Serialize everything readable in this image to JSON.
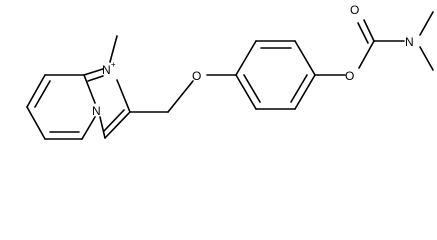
{
  "molecule": {
    "atoms": {
      "n_ring": "N",
      "n_cation": "N",
      "n_cation_charge": "+",
      "o_ether": "O",
      "o_carbonyl": "O",
      "o_ester": "O",
      "n_amide": "N"
    },
    "colors": {
      "bond": "#000000",
      "text": "#000000",
      "background": "#ffffff"
    }
  }
}
